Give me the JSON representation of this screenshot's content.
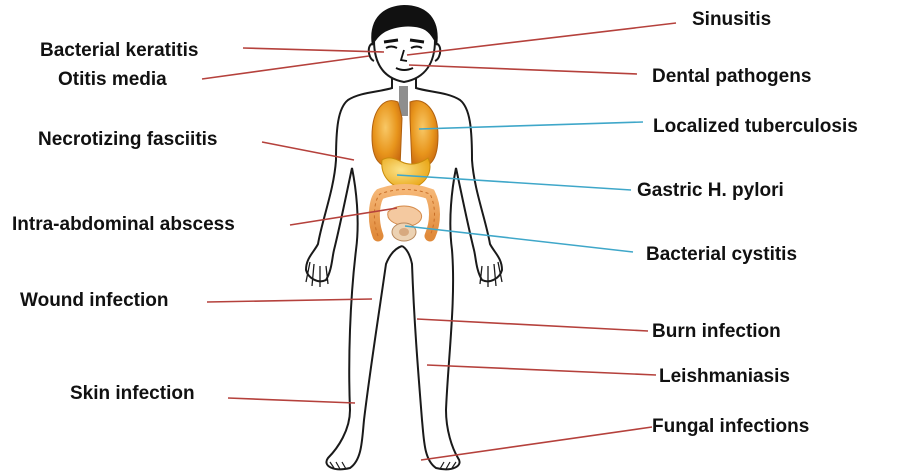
{
  "labels": {
    "bacterial_keratitis": "Bacterial keratitis",
    "otitis_media": "Otitis media",
    "necrotizing_fasciitis": "Necrotizing fasciitis",
    "intra_abdominal_abscess": "Intra-abdominal abscess",
    "wound_infection": "Wound infection",
    "skin_infection": "Skin infection",
    "sinusitis": "Sinusitis",
    "dental_pathogens": "Dental pathogens",
    "localized_tuberculosis": "Localized tuberculosis",
    "gastric_h_pylori": "Gastric H. pylori",
    "bacterial_cystitis": "Bacterial cystitis",
    "burn_infection": "Burn infection",
    "leishmaniasis": "Leishmaniasis",
    "fungal_infections": "Fungal infections"
  },
  "colors": {
    "red_leader": "#b5413c",
    "blue_leader": "#3fa7c9",
    "body_outline": "#1a1a1a",
    "hair": "#111111",
    "lungs": "#e89a1e",
    "stomach": "#f2b21c",
    "intestine": "#f0a24a",
    "bladder": "#e9c9a7"
  }
}
